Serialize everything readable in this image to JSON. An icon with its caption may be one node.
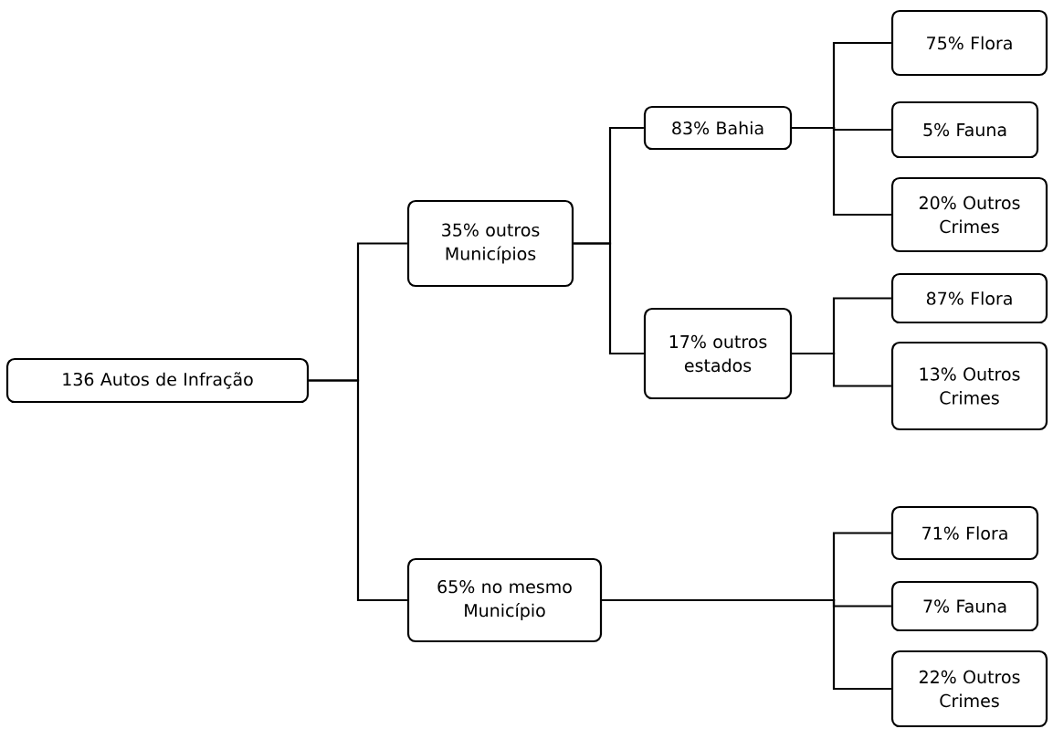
{
  "diagram": {
    "nodes": [
      {
        "text": [
          "136 Autos de Infração"
        ]
      },
      {
        "text": [
          "35% outros Municípios"
        ]
      },
      {
        "text": [
          "65% no mesmo Município"
        ]
      },
      {
        "text": [
          "83% Bahia"
        ]
      },
      {
        "text": [
          "17% outros estados"
        ]
      },
      {
        "text": [
          "75% Flora"
        ]
      },
      {
        "text": [
          "5% Fauna"
        ]
      },
      {
        "text": [
          "20% Outros Crimes"
        ]
      },
      {
        "text": [
          "87% Flora"
        ]
      },
      {
        "text": [
          "13% Outros Crimes"
        ]
      },
      {
        "text": [
          "71% Flora"
        ]
      },
      {
        "text": [
          "7% Fauna"
        ]
      },
      {
        "text": [
          "22% Outros Crimes"
        ]
      }
    ],
    "edges": [
      {
        "from": 0,
        "to": 1,
        "arrow": "none"
      },
      {
        "from": 0,
        "to": 2,
        "arrow": "none"
      },
      {
        "from": 1,
        "to": 3,
        "arrow": "none"
      },
      {
        "from": 1,
        "to": 4,
        "arrow": "none"
      },
      {
        "from": 3,
        "to": 5,
        "arrow": "none"
      },
      {
        "from": 3,
        "to": 6,
        "arrow": "none"
      },
      {
        "from": 3,
        "to": 7,
        "arrow": "none"
      },
      {
        "from": 4,
        "to": 8,
        "arrow": "none"
      },
      {
        "from": 4,
        "to": 9,
        "arrow": "none"
      },
      {
        "from": 2,
        "to": 10,
        "arrow": "none"
      },
      {
        "from": 2,
        "to": 11,
        "arrow": "none"
      },
      {
        "from": 2,
        "to": 12,
        "arrow": "none"
      }
    ]
  }
}
